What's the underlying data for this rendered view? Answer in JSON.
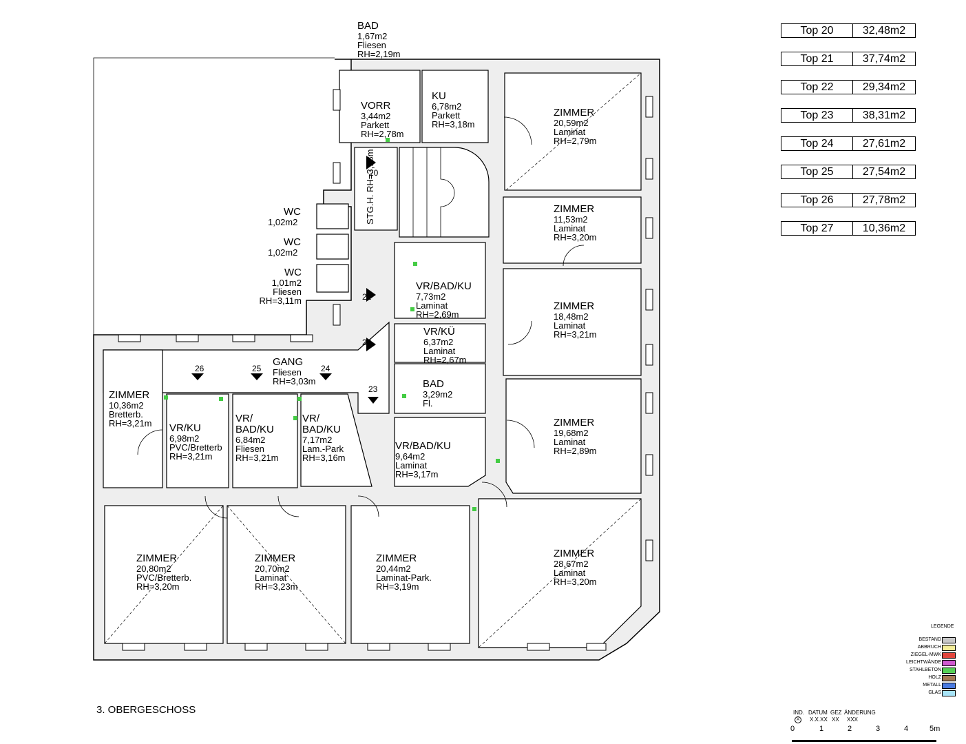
{
  "drawing": {
    "floor_title": "3. OBERGESCHOSS",
    "rooms": [
      {
        "name": "BAD",
        "area": "1,67m2",
        "material": "Fliesen",
        "height": "RH=2,19m"
      },
      {
        "name": "VORR",
        "area": "3,44m2",
        "material": "Parkett",
        "height": "RH=2,78m"
      },
      {
        "name": "KU",
        "area": "6,78m2",
        "material": "Parkett",
        "height": "RH=3,18m"
      },
      {
        "name": "ZIMMER",
        "area": "20,59m2",
        "material": "Laminat",
        "height": "RH=2,79m"
      },
      {
        "name": "ZIMMER",
        "area": "11,53m2",
        "material": "Laminat",
        "height": "RH=3,20m"
      },
      {
        "name": "ZIMMER",
        "area": "18,48m2",
        "material": "Laminat",
        "height": "RH=3,21m"
      },
      {
        "name": "ZIMMER",
        "area": "19,68m2",
        "material": "Laminat",
        "height": "RH=2,89m"
      },
      {
        "name": "ZIMMER",
        "area": "28,67m2",
        "material": "Laminat",
        "height": "RH=3,20m"
      },
      {
        "name": "WC",
        "area": "1,02m2",
        "material": "",
        "height": ""
      },
      {
        "name": "WC",
        "area": "1,02m2",
        "material": "",
        "height": ""
      },
      {
        "name": "WC",
        "area": "1,01m2",
        "material": "Fliesen",
        "height": "RH=3,11m"
      },
      {
        "name": "VR/BAD/KU",
        "area": "7,73m2",
        "material": "Laminat",
        "height": "RH=2,69m"
      },
      {
        "name": "VR/KÜ",
        "area": "6,37m2",
        "material": "Laminat",
        "height": "RH=2,67m"
      },
      {
        "name": "BAD",
        "area": "3,29m2",
        "material": "Fl.",
        "height": ""
      },
      {
        "name": "GANG",
        "area": "",
        "material": "Fliesen",
        "height": "RH=3,03m"
      },
      {
        "name": "ZIMMER",
        "area": "10,36m2",
        "material": "Bretterb.",
        "height": "RH=3,21m"
      },
      {
        "name": "VR/KU",
        "area": "6,98m2",
        "material": "PVC/Bretterb",
        "height": "RH=3,21m"
      },
      {
        "name": "VR/\nBAD/KU",
        "area": "6,84m2",
        "material": "Fliesen",
        "height": "RH=3,21m"
      },
      {
        "name": "VR/\nBAD/KU",
        "area": "7,17m2",
        "material": "Lam.-Park",
        "height": "RH=3,16m"
      },
      {
        "name": "VR/BAD/KU",
        "area": "9,64m2",
        "material": "Laminat",
        "height": "RH=3,17m"
      },
      {
        "name": "ZIMMER",
        "area": "20,80m2",
        "material": "PVC/Bretterb.",
        "height": "RH=3,20m"
      },
      {
        "name": "ZIMMER",
        "area": "20,70m2",
        "material": "Laminat",
        "height": "RH=3,23m"
      },
      {
        "name": "ZIMMER",
        "area": "20,44m2",
        "material": "Laminat-Park.",
        "height": "RH=3,19m"
      }
    ],
    "stair": {
      "label": "STG.H.",
      "height": "RH=3,18m"
    },
    "unit_markers": [
      "20",
      "21",
      "22",
      "23",
      "24",
      "25",
      "26"
    ]
  },
  "tops": [
    {
      "name": "Top 20",
      "area": "32,48m2"
    },
    {
      "name": "Top 21",
      "area": "37,74m2"
    },
    {
      "name": "Top 22",
      "area": "29,34m2"
    },
    {
      "name": "Top 23",
      "area": "38,31m2"
    },
    {
      "name": "Top 24",
      "area": "27,61m2"
    },
    {
      "name": "Top 25",
      "area": "27,54m2"
    },
    {
      "name": "Top 26",
      "area": "27,78m2"
    },
    {
      "name": "Top 27",
      "area": "10,36m2"
    }
  ],
  "legend": {
    "title": "LEGENDE",
    "items": [
      {
        "label": "BESTAND",
        "color": "#c8c8c8"
      },
      {
        "label": "ABBRUCH",
        "color": "#f4ee9a"
      },
      {
        "label": "ZIEGEL-MWK",
        "color": "#e2453c"
      },
      {
        "label": "LEICHTWÄNDE",
        "color": "#d05ad0"
      },
      {
        "label": "STAHLBETON",
        "color": "#55d055"
      },
      {
        "label": "HOLZ",
        "color": "#a57a55"
      },
      {
        "label": "METALL",
        "color": "#4a7ae0"
      },
      {
        "label": "GLAS",
        "color": "#a8e4f8"
      }
    ]
  },
  "titleblock": {
    "headers": [
      "IND.",
      "DATUM",
      "GEZ",
      "ÄNDERUNG"
    ],
    "row": [
      "A",
      "X.X.XX",
      "XX",
      "XXX"
    ]
  },
  "scale": {
    "ticks": [
      "0",
      "1",
      "2",
      "3",
      "4",
      "5m"
    ]
  }
}
